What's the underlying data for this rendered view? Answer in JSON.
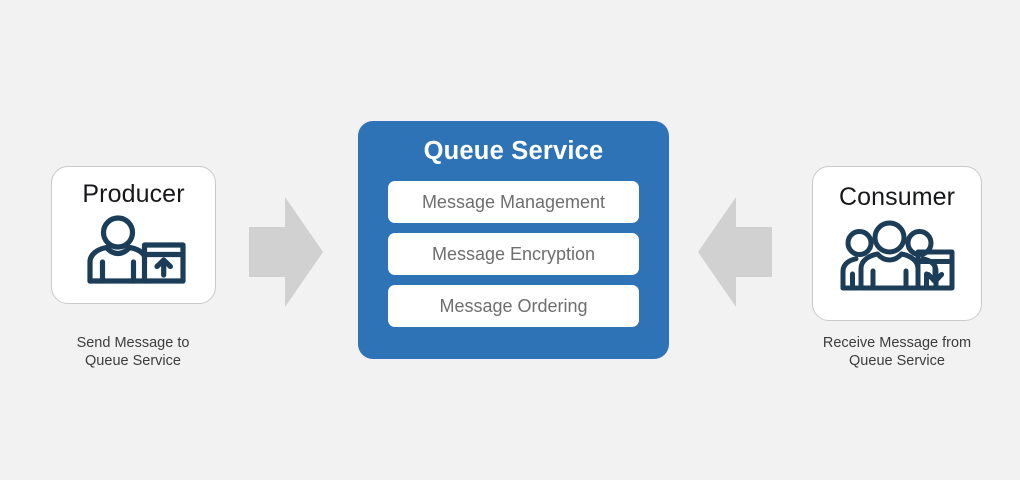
{
  "diagram": {
    "background_color": "#f2f2f2",
    "accent_color": "#2e73b5",
    "icon_color": "#1c3d57",
    "arrow_color": "#d1d1d1",
    "producer": {
      "title": "Producer",
      "icon": "person-with-outbound-box-icon",
      "caption": "Send Message to\nQueue Service"
    },
    "consumer": {
      "title": "Consumer",
      "icon": "people-group-with-inbound-box-icon",
      "caption": "Receive Message from\nQueue Service"
    },
    "queue_service": {
      "title": "Queue Service",
      "features": [
        {
          "label": "Message Management"
        },
        {
          "label": "Message Encryption"
        },
        {
          "label": "Message Ordering"
        }
      ]
    },
    "arrows": [
      {
        "name": "arrow-producer-to-queue",
        "direction": "right"
      },
      {
        "name": "arrow-consumer-to-queue",
        "direction": "left"
      }
    ]
  }
}
